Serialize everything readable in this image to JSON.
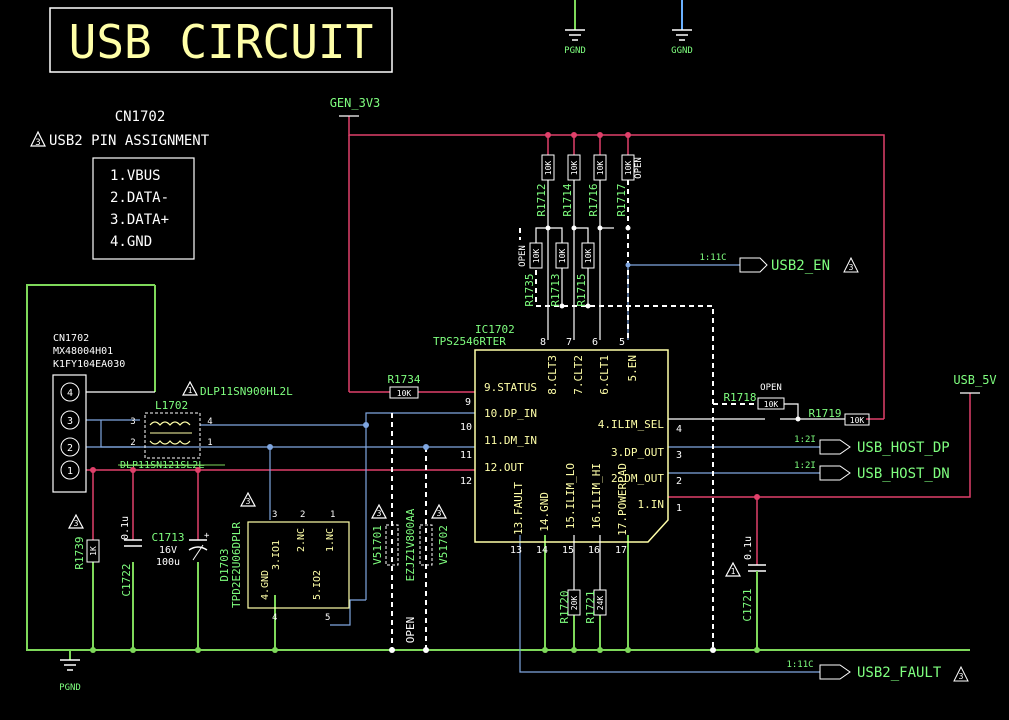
{
  "title": "USB CIRCUIT",
  "grounds": {
    "top_left": "PGND",
    "top_right": "GGND",
    "bottom_left": "PGND"
  },
  "pin_assignment": {
    "header1": "CN1702",
    "header2": "USB2 PIN ASSIGNMENT",
    "warn_num": "3",
    "items": [
      "1.VBUS",
      "2.DATA-",
      "3.DATA+",
      "4.GND"
    ]
  },
  "connector": {
    "ref": "CN1702",
    "part": "MX48004H01",
    "part2": "K1FY104EA030",
    "pins": [
      "4",
      "3",
      "2",
      "1"
    ]
  },
  "choke": {
    "ref": "L1702",
    "part": "DLP11SN900HL2L",
    "part_strike": "DLP11SN121SL2L",
    "pins": [
      "3",
      "4",
      "2",
      "1"
    ],
    "warn": "1"
  },
  "power": {
    "gen": "GEN_3V3",
    "usb5v": "USB_5V"
  },
  "ic": {
    "ref": "IC1702",
    "part": "TPS2546RTER",
    "top_pins": [
      {
        "num": "8",
        "name": "8.CLT3"
      },
      {
        "num": "7",
        "name": "7.CLT2"
      },
      {
        "num": "6",
        "name": "6.CLT1"
      },
      {
        "num": "5",
        "name": "5.EN"
      }
    ],
    "left_pins": [
      {
        "num": "9",
        "name": "9.STATUS"
      },
      {
        "num": "10",
        "name": "10.DP_IN"
      },
      {
        "num": "11",
        "name": "11.DM_IN"
      },
      {
        "num": "12",
        "name": "12.OUT"
      }
    ],
    "right_pins": [
      {
        "num": "4",
        "name": "4.ILIM_SEL"
      },
      {
        "num": "3",
        "name": "3.DP_OUT"
      },
      {
        "num": "2",
        "name": "2.DM_OUT"
      },
      {
        "num": "1",
        "name": "1.IN"
      }
    ],
    "bottom_pins": [
      {
        "num": "13",
        "name": "13.FAULT"
      },
      {
        "num": "14",
        "name": "14.GND"
      },
      {
        "num": "15",
        "name": "15.ILIM_LO"
      },
      {
        "num": "16",
        "name": "16.ILIM_HI"
      },
      {
        "num": "17",
        "name": "17.POWERPAD"
      }
    ]
  },
  "resistors": {
    "r1712": {
      "ref": "R1712",
      "val": "10K"
    },
    "r1714": {
      "ref": "R1714",
      "val": "10K"
    },
    "r1716": {
      "ref": "R1716",
      "val": "10K"
    },
    "r1717": {
      "ref": "R1717",
      "val": "10K",
      "note": "OPEN"
    },
    "r1735": {
      "ref": "R1735",
      "val": "10K",
      "note": "OPEN"
    },
    "r1713": {
      "ref": "R1713",
      "val": "10K"
    },
    "r1715": {
      "ref": "R1715",
      "val": "10K"
    },
    "r1734": {
      "ref": "R1734",
      "val": "10K"
    },
    "r1718": {
      "ref": "R1718",
      "val": "10K",
      "note": "OPEN"
    },
    "r1719": {
      "ref": "R1719",
      "val": "10K"
    },
    "r1720": {
      "ref": "R1720",
      "val": "20K"
    },
    "r1721": {
      "ref": "R1721",
      "val": "24K"
    },
    "r1739": {
      "ref": "R1739",
      "val": "1K",
      "warn": "3"
    }
  },
  "caps": {
    "c1722": {
      "ref": "C1722",
      "val": "0.1u"
    },
    "c1713": {
      "ref": "C1713",
      "val": "16V",
      "val2": "100u"
    },
    "c1721": {
      "ref": "C1721",
      "val": "0.1u",
      "warn": "1"
    }
  },
  "esd": {
    "ref": "D1703",
    "part": "TPD2E2U06DPLR",
    "warn": "3",
    "pins": [
      "3.IO1",
      "2.NC",
      "1.NC",
      "4.GND",
      "5.IO2"
    ],
    "pin_nums": [
      "3",
      "2",
      "1",
      "4",
      "5"
    ]
  },
  "varistors": {
    "v1701": "V51701",
    "v1702": "V51702",
    "part": "EZJZ1V800AA",
    "open": "OPEN",
    "warn1": "3",
    "warn2": "3"
  },
  "nets": {
    "usb2_en": {
      "label": "USB2_EN",
      "page": "1:11C",
      "warn": "3"
    },
    "host_dp": {
      "label": "USB_HOST_DP",
      "page": "1:2I"
    },
    "host_dn": {
      "label": "USB_HOST_DN",
      "page": "1:2I"
    },
    "usb2_fault": {
      "label": "USB2_FAULT",
      "page": "1:11C",
      "warn": "3"
    }
  },
  "colors": {
    "ground": "#7ed85a",
    "power": "#e0406a",
    "signal": "#7fa6e0",
    "part": "#ffffff",
    "label": "#ffffa8"
  }
}
